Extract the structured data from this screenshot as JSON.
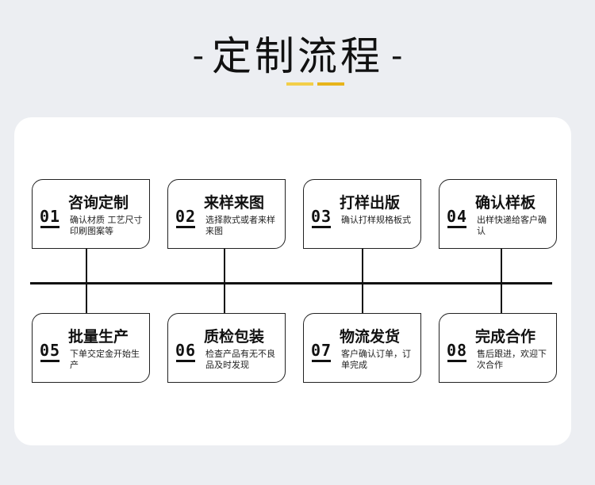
{
  "header": {
    "title": "定制流程",
    "dash_left": "-",
    "dash_right": "-"
  },
  "colors": {
    "accent": "#f1c321",
    "background": "#eceef2",
    "panel": "#ffffff",
    "line": "#111111"
  },
  "steps": [
    {
      "number": "01",
      "title": "咨询定制",
      "desc": "确认材质 工艺尺寸 印刷图案等"
    },
    {
      "number": "02",
      "title": "来样来图",
      "desc": "选择款式或者来样来图"
    },
    {
      "number": "03",
      "title": "打样出版",
      "desc": "确认打样规格板式"
    },
    {
      "number": "04",
      "title": "确认样板",
      "desc": "出样快递给客户确认"
    },
    {
      "number": "05",
      "title": "批量生产",
      "desc": "下单交定金开始生产"
    },
    {
      "number": "06",
      "title": "质检包装",
      "desc": "检查产品有无不良品及时发现"
    },
    {
      "number": "07",
      "title": "物流发货",
      "desc": "客户确认订单，订单完成"
    },
    {
      "number": "08",
      "title": "完成合作",
      "desc": "售后跟进，欢迎下次合作"
    }
  ]
}
